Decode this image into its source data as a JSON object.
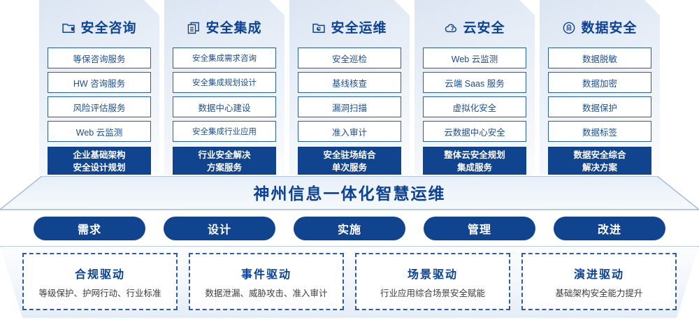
{
  "colors": {
    "deep_blue": "#11448f",
    "title_blue": "#0b4296",
    "border_blue": "#2a5fa8",
    "panel_gradient_start": "#dbe5f2",
    "panel_gradient_end": "#fbfcfe"
  },
  "pillars": [
    {
      "icon": "folder-shield-icon",
      "title": "安全咨询",
      "items": [
        "等保咨询服务",
        "HW 咨询服务",
        "风险评估服务",
        "Web 云监测"
      ],
      "footer_line1": "企业基础架构",
      "footer_line2": "安全设计规划"
    },
    {
      "icon": "stacked-documents-icon",
      "title": "安全集成",
      "items": [
        "安全集成需求咨询",
        "安全集成规划设计",
        "数据中心建设",
        "安全集成行业应用"
      ],
      "footer_line1": "行业安全解决",
      "footer_line2": "方案服务"
    },
    {
      "icon": "folder-chart-icon",
      "title": "安全运维",
      "items": [
        "安全巡检",
        "基线核查",
        "漏洞扫描",
        "准入审计"
      ],
      "footer_line1": "安全驻场结合",
      "footer_line2": "单次服务"
    },
    {
      "icon": "cloud-icon",
      "title": "云安全",
      "items": [
        "Web 云监测",
        "云端 Saas 服务",
        "虚拟化安全",
        "云数据中心安全"
      ],
      "footer_line1": "整体云安全规划",
      "footer_line2": "集成服务"
    },
    {
      "icon": "fingerprint-icon",
      "title": "数据安全",
      "items": [
        "数据脱敏",
        "数据加密",
        "数据保护",
        "数据标签"
      ],
      "footer_line1": "数据安全综合",
      "footer_line2": "解决方案"
    }
  ],
  "banner": {
    "text": "神州信息一体化智慧运维"
  },
  "stages": [
    {
      "label": "需求"
    },
    {
      "label": "设计"
    },
    {
      "label": "实施"
    },
    {
      "label": "管理"
    },
    {
      "label": "改进"
    }
  ],
  "drivers": [
    {
      "title": "合规驱动",
      "desc": "等级保护、护网行动、行业标准"
    },
    {
      "title": "事件驱动",
      "desc": "数据泄漏、威胁攻击、准入审计"
    },
    {
      "title": "场景驱动",
      "desc": "行业应用综合场景安全赋能"
    },
    {
      "title": "演进驱动",
      "desc": "基础架构安全能力提升"
    }
  ]
}
